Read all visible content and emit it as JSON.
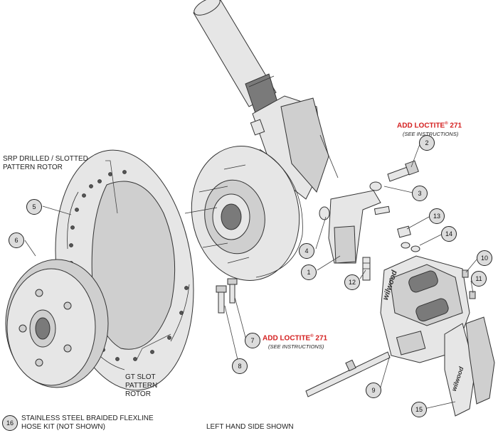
{
  "callouts": [
    {
      "id": "1",
      "label": "1"
    },
    {
      "id": "2",
      "label": "2"
    },
    {
      "id": "3",
      "label": "3"
    },
    {
      "id": "4",
      "label": "4"
    },
    {
      "id": "5",
      "label": "5"
    },
    {
      "id": "6",
      "label": "6"
    },
    {
      "id": "7",
      "label": "7"
    },
    {
      "id": "8",
      "label": "8"
    },
    {
      "id": "9",
      "label": "9"
    },
    {
      "id": "10",
      "label": "10"
    },
    {
      "id": "11",
      "label": "11"
    },
    {
      "id": "12",
      "label": "12"
    },
    {
      "id": "13",
      "label": "13"
    },
    {
      "id": "14",
      "label": "14"
    },
    {
      "id": "15",
      "label": "15"
    },
    {
      "id": "16",
      "label": "16"
    }
  ],
  "labels": {
    "srp_rotor_line1": "SRP DRILLED / SLOTTED",
    "srp_rotor_line2": "PATTERN ROTOR",
    "gt_rotor_line1": "GT SLOT",
    "gt_rotor_line2": "PATTERN",
    "gt_rotor_line3": "ROTOR",
    "loctite_top": "ADD LOCTITE",
    "loctite_top_num": " 271",
    "loctite_top_sub": "(SEE INSTRUCTIONS)",
    "loctite_mid": "ADD LOCTITE",
    "loctite_mid_num": " 271",
    "loctite_mid_sub": "(SEE INSTRUCTIONS)",
    "registered": "®",
    "hose_line1": "STAINLESS STEEL BRAIDED FLEXLINE",
    "hose_line2": "HOSE KIT (NOT SHOWN)",
    "side_note": "LEFT HAND SIDE SHOWN",
    "caliper_brand": "wilwood",
    "pad_brand": "wilwood"
  },
  "colors": {
    "loctite_text": "#d42020",
    "callout_fill": "#dcdcdc",
    "line": "#333333"
  }
}
